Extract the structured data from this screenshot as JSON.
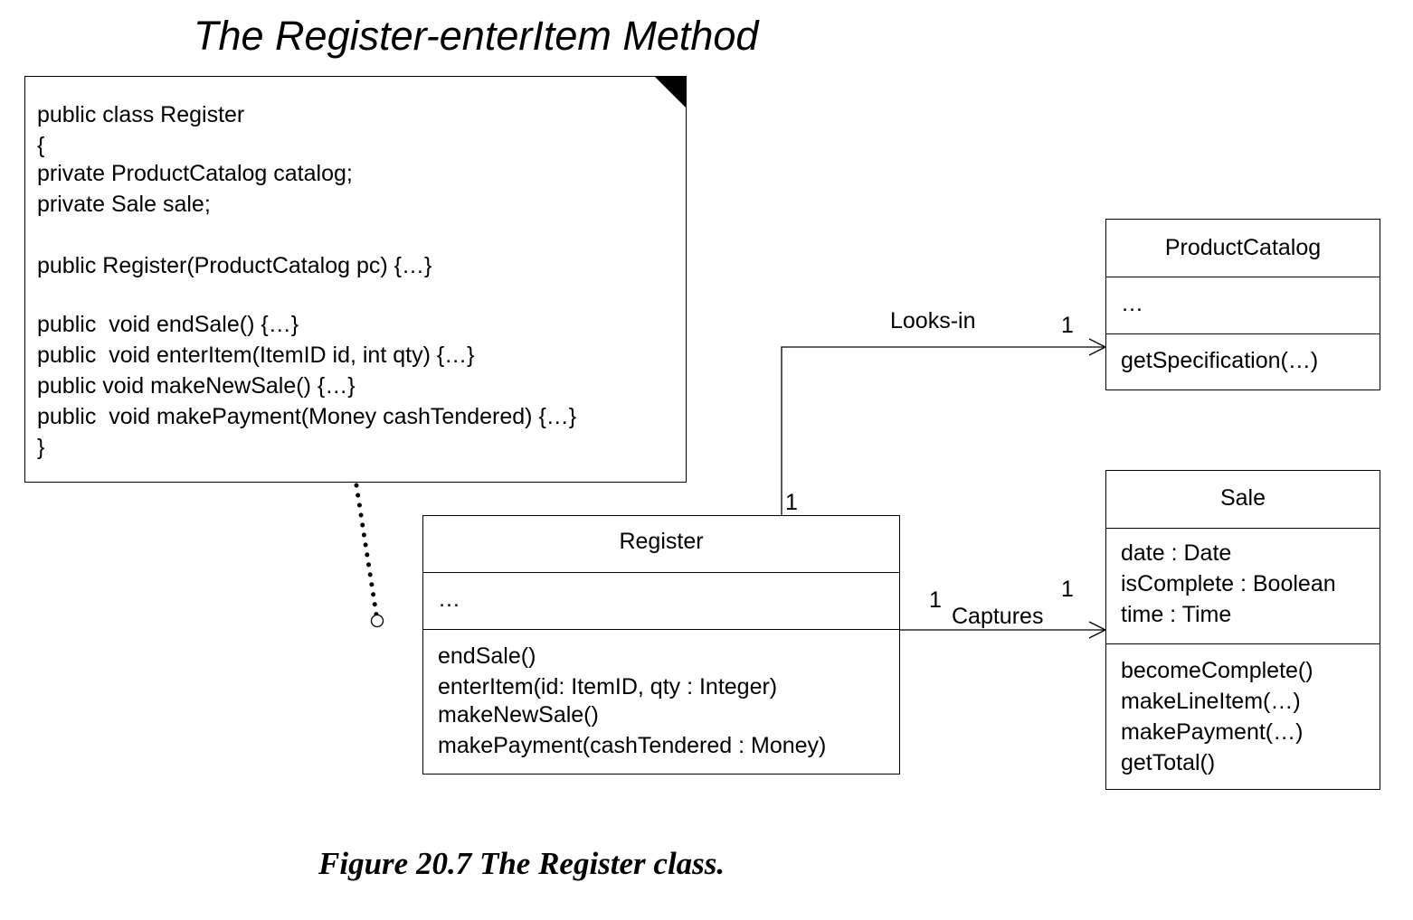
{
  "title": "The Register-enterItem Method",
  "note": {
    "code_lines": [
      "public class Register",
      "{",
      "private ProductCatalog catalog;",
      "private Sale sale;",
      "",
      "public Register(ProductCatalog pc) {…}",
      "",
      "public  void endSale() {…}",
      "public  void enterItem(ItemID id, int qty) {…}",
      "public void makeNewSale() {…}",
      "public  void makePayment(Money cashTendered) {…}",
      "}"
    ]
  },
  "classes": {
    "register": {
      "name": "Register",
      "attributes": [
        "…"
      ],
      "operations": [
        "endSale()",
        "enterItem(id: ItemID, qty : Integer)",
        "makeNewSale()",
        "makePayment(cashTendered : Money)"
      ]
    },
    "product_catalog": {
      "name": "ProductCatalog",
      "attributes": [
        "…"
      ],
      "operations": [
        "getSpecification(…)"
      ]
    },
    "sale": {
      "name": "Sale",
      "attributes": [
        "date : Date",
        "isComplete : Boolean",
        "time : Time"
      ],
      "operations": [
        "becomeComplete()",
        "makeLineItem(…)",
        "makePayment(…)",
        "getTotal()"
      ]
    }
  },
  "associations": {
    "looks_in": {
      "label": "Looks-in",
      "source_multiplicity": "1",
      "target_multiplicity": "1"
    },
    "captures": {
      "label": "Captures",
      "source_multiplicity": "1",
      "target_multiplicity": "1"
    }
  },
  "caption": "Figure 20.7 The Register class."
}
